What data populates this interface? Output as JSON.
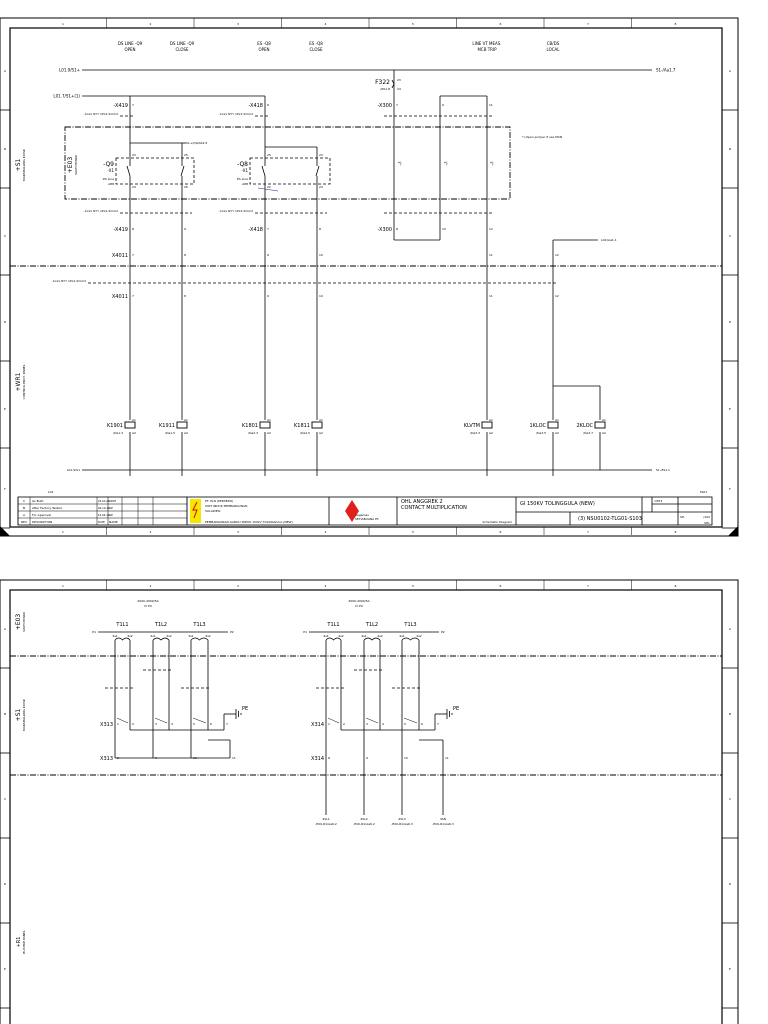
{
  "sheet1": {
    "columns": [
      "1",
      "2",
      "3",
      "4",
      "5",
      "6",
      "7",
      "8"
    ],
    "rows": [
      "A",
      "B",
      "C",
      "D",
      "E",
      "F"
    ],
    "function_headers": [
      {
        "line1": "DS LINE -Q9",
        "line2": "OPEN"
      },
      {
        "line1": "DS LINE -Q9",
        "line2": "CLOSE"
      },
      {
        "line1": "ES -Q8",
        "line2": "OPEN"
      },
      {
        "line1": "ES -Q8",
        "line2": "CLOSE"
      },
      {
        "line1": "LINE VT MEAS.",
        "line2": "MCB TRIP"
      },
      {
        "line1": "CB/DS",
        "line2": "LOCAL"
      }
    ],
    "refs": {
      "bus_top_left": "L01.9/S1+",
      "bus_top_right": "S1-/Aa1.7",
      "bus2_left": "L01.7/S1+(1)",
      "q9_ref": "S1+/Q9/Ab2.5",
      "loc_ref": "LOC/Aa1.1",
      "bus_bottom_left": "L01.9/S1",
      "bus_bottom_right": "S1-/Fa1.1"
    },
    "mcb": {
      "name": "F322",
      "ref": "/Z01.8",
      "t1": "23",
      "t2": "24"
    },
    "terminals": {
      "x419": "-X419",
      "x418": "-X418",
      "x300": "-X300",
      "x4011": "X4011",
      "x419_top": [
        "7",
        "8"
      ],
      "x418_top": [
        "6",
        "7"
      ],
      "x300_top": [
        "7",
        "9",
        "11"
      ],
      "x419_bot": [
        "8",
        "9"
      ],
      "x418_bot": [
        "7",
        "8"
      ],
      "x300_bot": [
        "8",
        "10",
        "12"
      ],
      "x4011_nums": [
        "7",
        "8",
        "9",
        "10",
        "11",
        "12"
      ]
    },
    "cable_label": "-Cxxx\nNYY 1Px1.5mm2",
    "area_switchyard": "+E03",
    "area_switchyard_name": "SWITCHYARD",
    "area_mk": "+S1",
    "area_mk_name": "MARSHALLING KIOSK",
    "area_wr": "+WR1",
    "area_wr_name": "CONTROL PROT. PANEL",
    "q9": {
      "name": "-Q9",
      "sub": "-X1",
      "desc1": "DS Line",
      "desc2": "A88",
      "c1": "23",
      "c2": "25",
      "c3": "24",
      "c4": "26"
    },
    "q8": {
      "name": "-Q8",
      "sub": "-X1",
      "desc1": "ES Line",
      "desc2": "A88",
      "c1": "25",
      "c2": "23",
      "c3": "22",
      "c4": "24"
    },
    "jumper_mark": "*)",
    "jumper_note": "*) Open jumper if use MCB",
    "coils": [
      {
        "name": "K1901",
        "ref": "/Da1.3"
      },
      {
        "name": "K1911",
        "ref": "/Da1.5"
      },
      {
        "name": "K1801",
        "ref": "/Da2.3"
      },
      {
        "name": "K1811",
        "ref": "/Da2.5"
      },
      {
        "name": "KLVTM",
        "ref": "/Da3.3"
      },
      {
        "name": "1KLOC",
        "ref": "/Da3.5"
      },
      {
        "name": "2KLOC",
        "ref": "/Da3.7"
      }
    ],
    "coil_a1": "A1",
    "coil_a2": "A2",
    "prev_page": "L01",
    "next_page": "Fa01",
    "title_block": {
      "revisions": [
        {
          "rev": "C",
          "desc": "As Built",
          "date": "24.03.22",
          "name": "ADM"
        },
        {
          "rev": "B",
          "desc": "After Factory Tested",
          "date": "04.10.19",
          "name": "AP"
        },
        {
          "rev": "A",
          "desc": "For Approval",
          "date": "16.04.19",
          "name": "AP"
        },
        {
          "rev": "REV",
          "desc": "DESCRIPTION",
          "date": "DATE",
          "name": "NAME"
        }
      ],
      "owner_line1": "PT. PLN (PERSERO)",
      "owner_line2": "UNIT INDUK PEMBANGUNAN",
      "owner_line3": "SULAWESI",
      "owner_project": "PEMBANGUNAN GARDU INDUK 150kV TOLINGGULA (NEW)",
      "contractor_line1": "nagamas",
      "contractor_line2": "SETIABUANA PT.",
      "drawing_title1": "OHL ANGGREK 2",
      "drawing_title2": "CONTACT MULTIPLICATION",
      "drawing_type": "Schematic Diagram",
      "substation": "GI 150KV TOLINGGULA (NEW)",
      "drawing_no": "(3) NSU0102-TLG01-S103",
      "location": "=E03",
      "sheet_label": "SH.",
      "sheet_of": "/102",
      "sheet_code": "SHL"
    }
  },
  "sheet2": {
    "columns": [
      "1",
      "2",
      "3",
      "4",
      "5",
      "6",
      "7",
      "8"
    ],
    "rows": [
      "A",
      "B",
      "C",
      "D",
      "E"
    ],
    "ct_groups": [
      {
        "rating": "2000-4000/5A",
        "class": "Cl PX",
        "phases": [
          "T1L1",
          "T1L2",
          "T1L3"
        ],
        "p1": "P1",
        "p2": "P2",
        "taps": [
          "3s1",
          "3s2",
          "3s1",
          "3s2",
          "3s1",
          "3s2"
        ],
        "terminal": "X313",
        "nums_top": [
          "1",
          "2",
          "3",
          "4",
          "5",
          "6",
          "7"
        ],
        "nums_bot": [
          "8",
          "9",
          "10",
          "11"
        ]
      },
      {
        "rating": "2000-4000/5A",
        "class": "Cl PX",
        "phases": [
          "T1L1",
          "T1L2",
          "T1L3"
        ],
        "p1": "P1",
        "p2": "P2",
        "taps": [
          "4s1",
          "4s2",
          "4s1",
          "4s2",
          "4s1",
          "4s2"
        ],
        "terminal": "X314",
        "nums_top": [
          "1",
          "2",
          "3",
          "4",
          "5",
          "6",
          "7"
        ],
        "nums_bot": [
          "8",
          "9",
          "10",
          "11"
        ]
      }
    ],
    "pe": "PE",
    "outputs": [
      {
        "wire": "4SL1",
        "ref": "-E00-R1/Aa6.2"
      },
      {
        "wire": "4SL2",
        "ref": "-E00-R1/Aa6.2"
      },
      {
        "wire": "4SL3",
        "ref": "-E00-R1/Aa6.3"
      },
      {
        "wire": "4SN",
        "ref": "-E00-R1/Aa6.3"
      }
    ],
    "area_switchyard": "+E03",
    "area_switchyard_name": "SWITCHYARD",
    "area_mk": "+S1",
    "area_mk_name": "MARSHALLING KIOSK",
    "area_bp": "+R1",
    "area_bp_name": "BUSTRIP PANEL"
  }
}
